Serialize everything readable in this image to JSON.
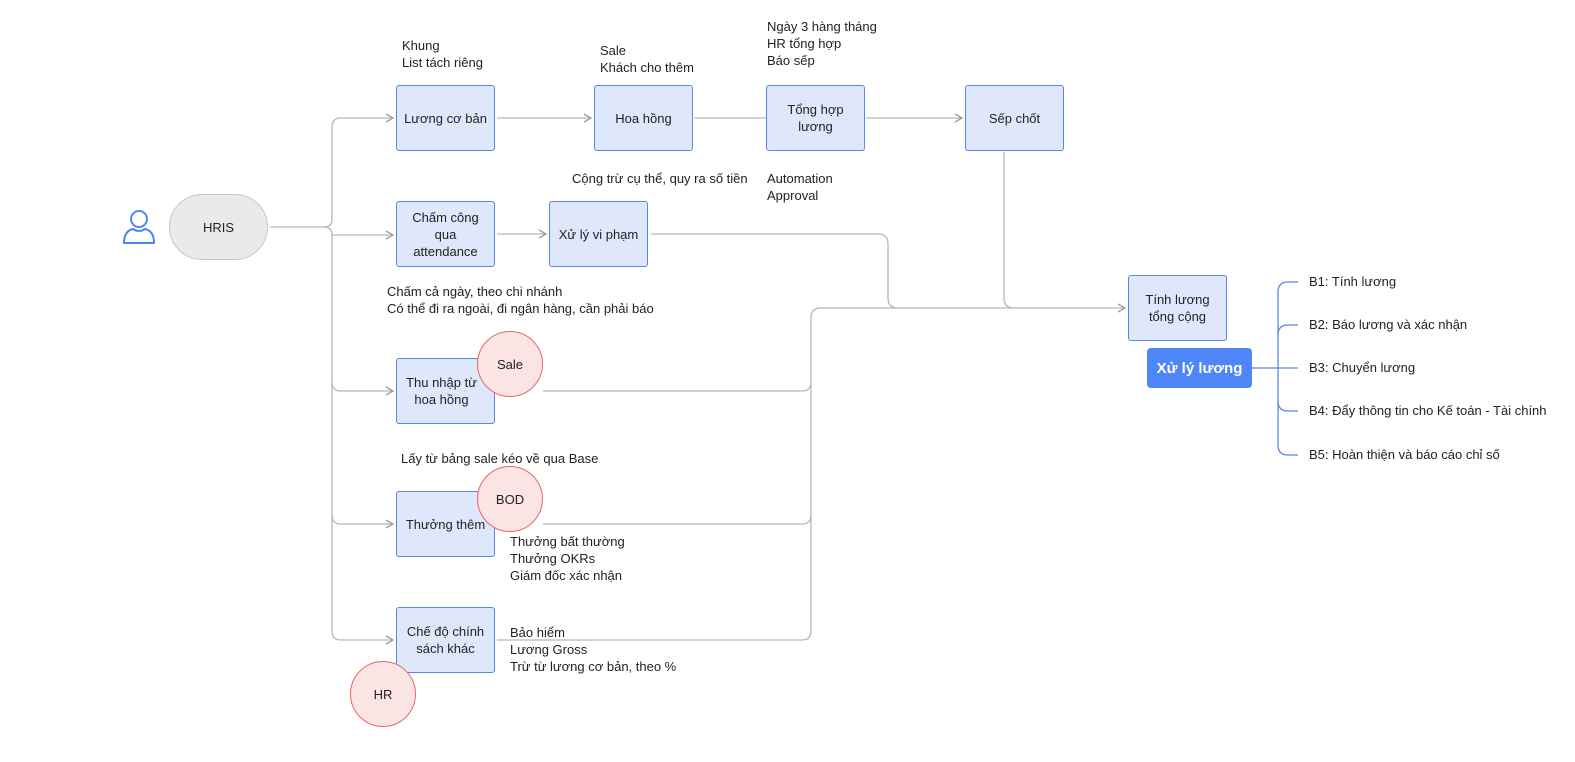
{
  "colors": {
    "node_fill": "#dfe8fb",
    "node_border": "#5a86e6",
    "connector": "#b7b7b7",
    "actor_fill": "#fbe4e4",
    "actor_border": "#e9676a",
    "accent": "#4f86f7"
  },
  "start_icon": "user-icon",
  "start": {
    "label": "HRIS"
  },
  "nodes": {
    "base_salary": "Lương cơ bản",
    "commission": "Hoa hồng",
    "salary_summary": "Tổng hợp lương",
    "boss_approve": "Sếp chốt",
    "attendance": "Chấm công qua attendance",
    "violation": "Xử lý vi phạm",
    "commission_income": "Thu nhập từ hoa hồng",
    "bonus": "Thưởng thêm",
    "other_policies": "Chế độ chính sách khác",
    "total_salary": "Tính lương tổng cộng"
  },
  "actors": {
    "sale": "Sale",
    "bod": "BOD",
    "hr": "HR"
  },
  "notes": {
    "base_salary": [
      "Khung",
      "List tách riêng"
    ],
    "commission": [
      "Sale",
      "Khách cho thêm"
    ],
    "salary_summary_top": [
      "Ngày 3 hàng tháng",
      "HR tổng hợp",
      "Báo sếp"
    ],
    "salary_summary_bottom": [
      "Automation",
      "Approval"
    ],
    "violation": [
      "Cộng trừ cụ thể, quy ra số tiền"
    ],
    "attendance": [
      "Chấm cả ngày, theo chi nhánh",
      "Có thể đi ra ngoài, đi ngân hàng, cần phải báo"
    ],
    "commission_income": [
      "Lấy từ bảng sale kéo về qua Base"
    ],
    "bonus": [
      "Thưởng bất thường",
      "Thưởng OKRs",
      "Giám đốc xác nhận"
    ],
    "other_policies": [
      "Bảo hiểm",
      "Lương Gross",
      "Trừ từ lương cơ bản, theo %"
    ]
  },
  "mindmap": {
    "central": "Xử lý lương",
    "steps": [
      "B1: Tính lương",
      "B2: Báo lương và xác nhận",
      "B3: Chuyển lương",
      "B4: Đẩy thông tin cho Kế toán - Tài chính",
      "B5: Hoàn thiện và báo cáo chỉ số"
    ]
  }
}
